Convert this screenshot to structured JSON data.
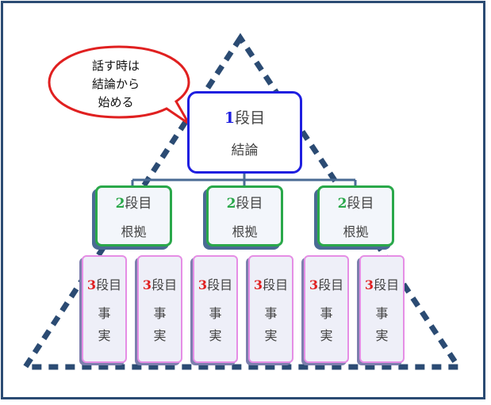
{
  "speech_bubble": {
    "lines": [
      "話す時は",
      "結論から",
      "始める"
    ],
    "border_color": "#e02020"
  },
  "level1": {
    "number": "1",
    "suffix": "段目",
    "label": "結論",
    "color": "#1f1fe0"
  },
  "level2": [
    {
      "number": "2",
      "suffix": "段目",
      "label": "根拠"
    },
    {
      "number": "2",
      "suffix": "段目",
      "label": "根拠"
    },
    {
      "number": "2",
      "suffix": "段目",
      "label": "根拠"
    }
  ],
  "level3": [
    {
      "number": "3",
      "suffix": "段目",
      "line1": "事",
      "line2": "実"
    },
    {
      "number": "3",
      "suffix": "段目",
      "line1": "事",
      "line2": "実"
    },
    {
      "number": "3",
      "suffix": "段目",
      "line1": "事",
      "line2": "実"
    },
    {
      "number": "3",
      "suffix": "段目",
      "line1": "事",
      "line2": "実"
    },
    {
      "number": "3",
      "suffix": "段目",
      "line1": "事",
      "line2": "実"
    },
    {
      "number": "3",
      "suffix": "段目",
      "line1": "事",
      "line2": "実"
    }
  ],
  "colors": {
    "frame": "#2b4b73",
    "pyramid": "#2b4b73",
    "level1_border": "#1f1fe0",
    "level2_border": "#2aa84a",
    "level3_border": "#e58ee5"
  }
}
